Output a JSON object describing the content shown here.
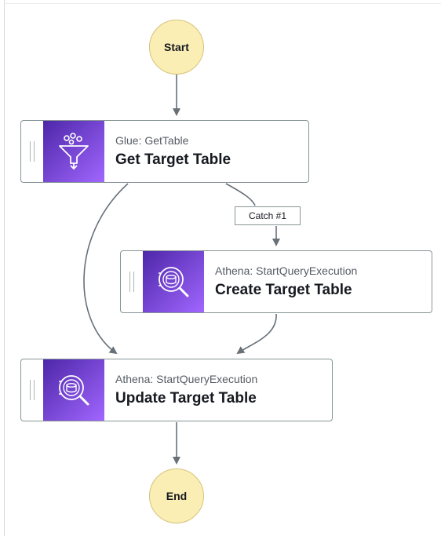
{
  "start": {
    "label": "Start"
  },
  "end": {
    "label": "End"
  },
  "states": [
    {
      "type": "Glue: GetTable",
      "name": "Get Target Table",
      "icon": "funnel-icon"
    },
    {
      "type": "Athena: StartQueryExecution",
      "name": "Create Target Table",
      "icon": "athena-icon"
    },
    {
      "type": "Athena: StartQueryExecution",
      "name": "Update Target Table",
      "icon": "athena-icon"
    }
  ],
  "edges": [
    {
      "from": "Start",
      "to": "Get Target Table"
    },
    {
      "from": "Get Target Table",
      "to": "Update Target Table"
    },
    {
      "from": "Get Target Table",
      "to": "Create Target Table",
      "label": "Catch #1"
    },
    {
      "from": "Create Target Table",
      "to": "Update Target Table"
    },
    {
      "from": "Update Target Table",
      "to": "End"
    }
  ],
  "colors": {
    "circle_fill": "#fbeeb5",
    "icon_gradient_start": "#4d27a8",
    "icon_gradient_end": "#a166ff",
    "edge": "#687078"
  }
}
